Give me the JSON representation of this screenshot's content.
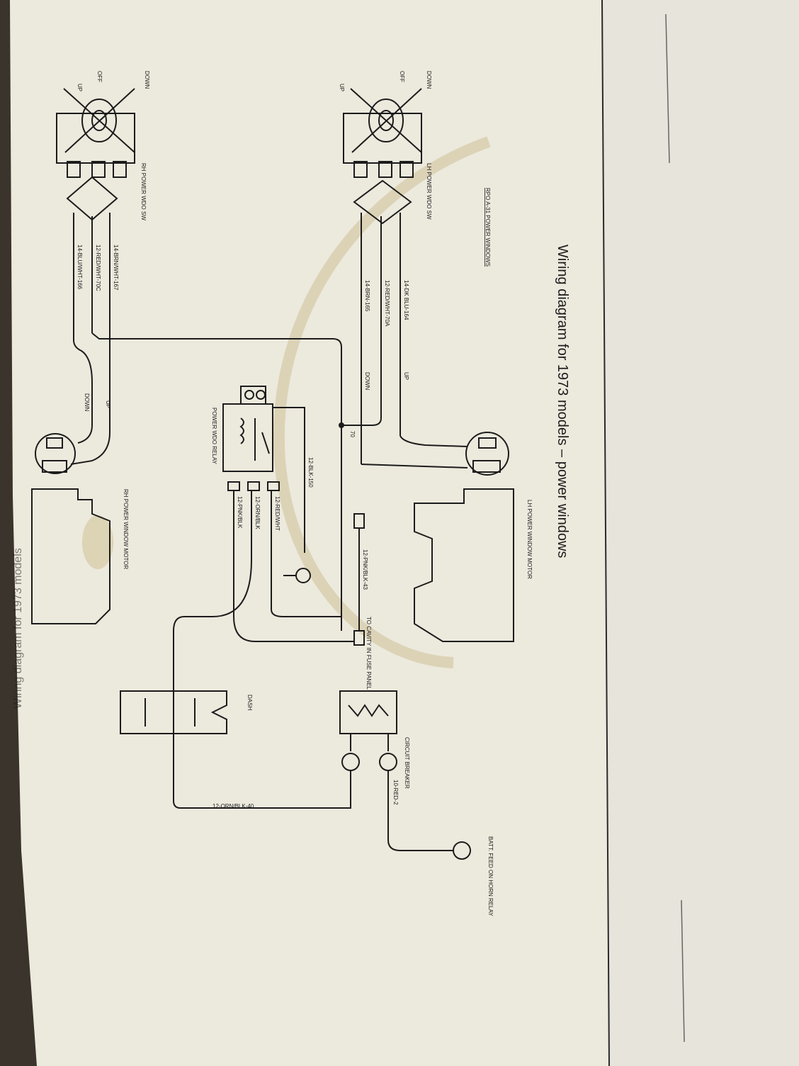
{
  "diagram": {
    "caption": "Wiring diagram for 1973 models – power windows",
    "subtitle": "RPO A-31 POWER WINDOWS",
    "header_fragment": "Wiring diagram for 1973 models",
    "components": {
      "rh_motor": "RH POWER WINDOW MOTOR",
      "lh_motor": "LH POWER WINDOW MOTOR",
      "rh_switch": "RH POWER WDO SW",
      "lh_switch": "LH POWER WDO SW",
      "relay": "POWER WDO RELAY",
      "circuit_breaker": "CIRCUIT BREAKER",
      "dash": "DASH",
      "fuse_panel": "TO CAVITY IN FUSE PANEL",
      "batt_feed": "BATT. FEED ON HORN RELAY"
    },
    "switch_positions": {
      "up": "UP",
      "off": "OFF",
      "down": "DOWN"
    },
    "wire_labels": {
      "rh_blu": "14-BLU/WHT-166",
      "rh_red": "12-RED/WHT-70C",
      "rh_brn": "14-BRN/WHT-167",
      "lh_brn": "14-BRN-165",
      "lh_red": "12-RED/WHT-70A",
      "lh_blu": "14-DK BLU-164",
      "relay_pnk": "12-PNK/BLK",
      "relay_orn": "12-ORN/BLK",
      "relay_red": "12-RED/WHT",
      "relay_blk": "12-BLK-150",
      "fuse_pnk": "12-PNK/BLK-43",
      "orn_40": "12-ORN/BLK-40",
      "red_2": "10-RED-2",
      "node_70": "70"
    },
    "direction_labels": {
      "down": "DOWN",
      "up": "UP"
    }
  }
}
